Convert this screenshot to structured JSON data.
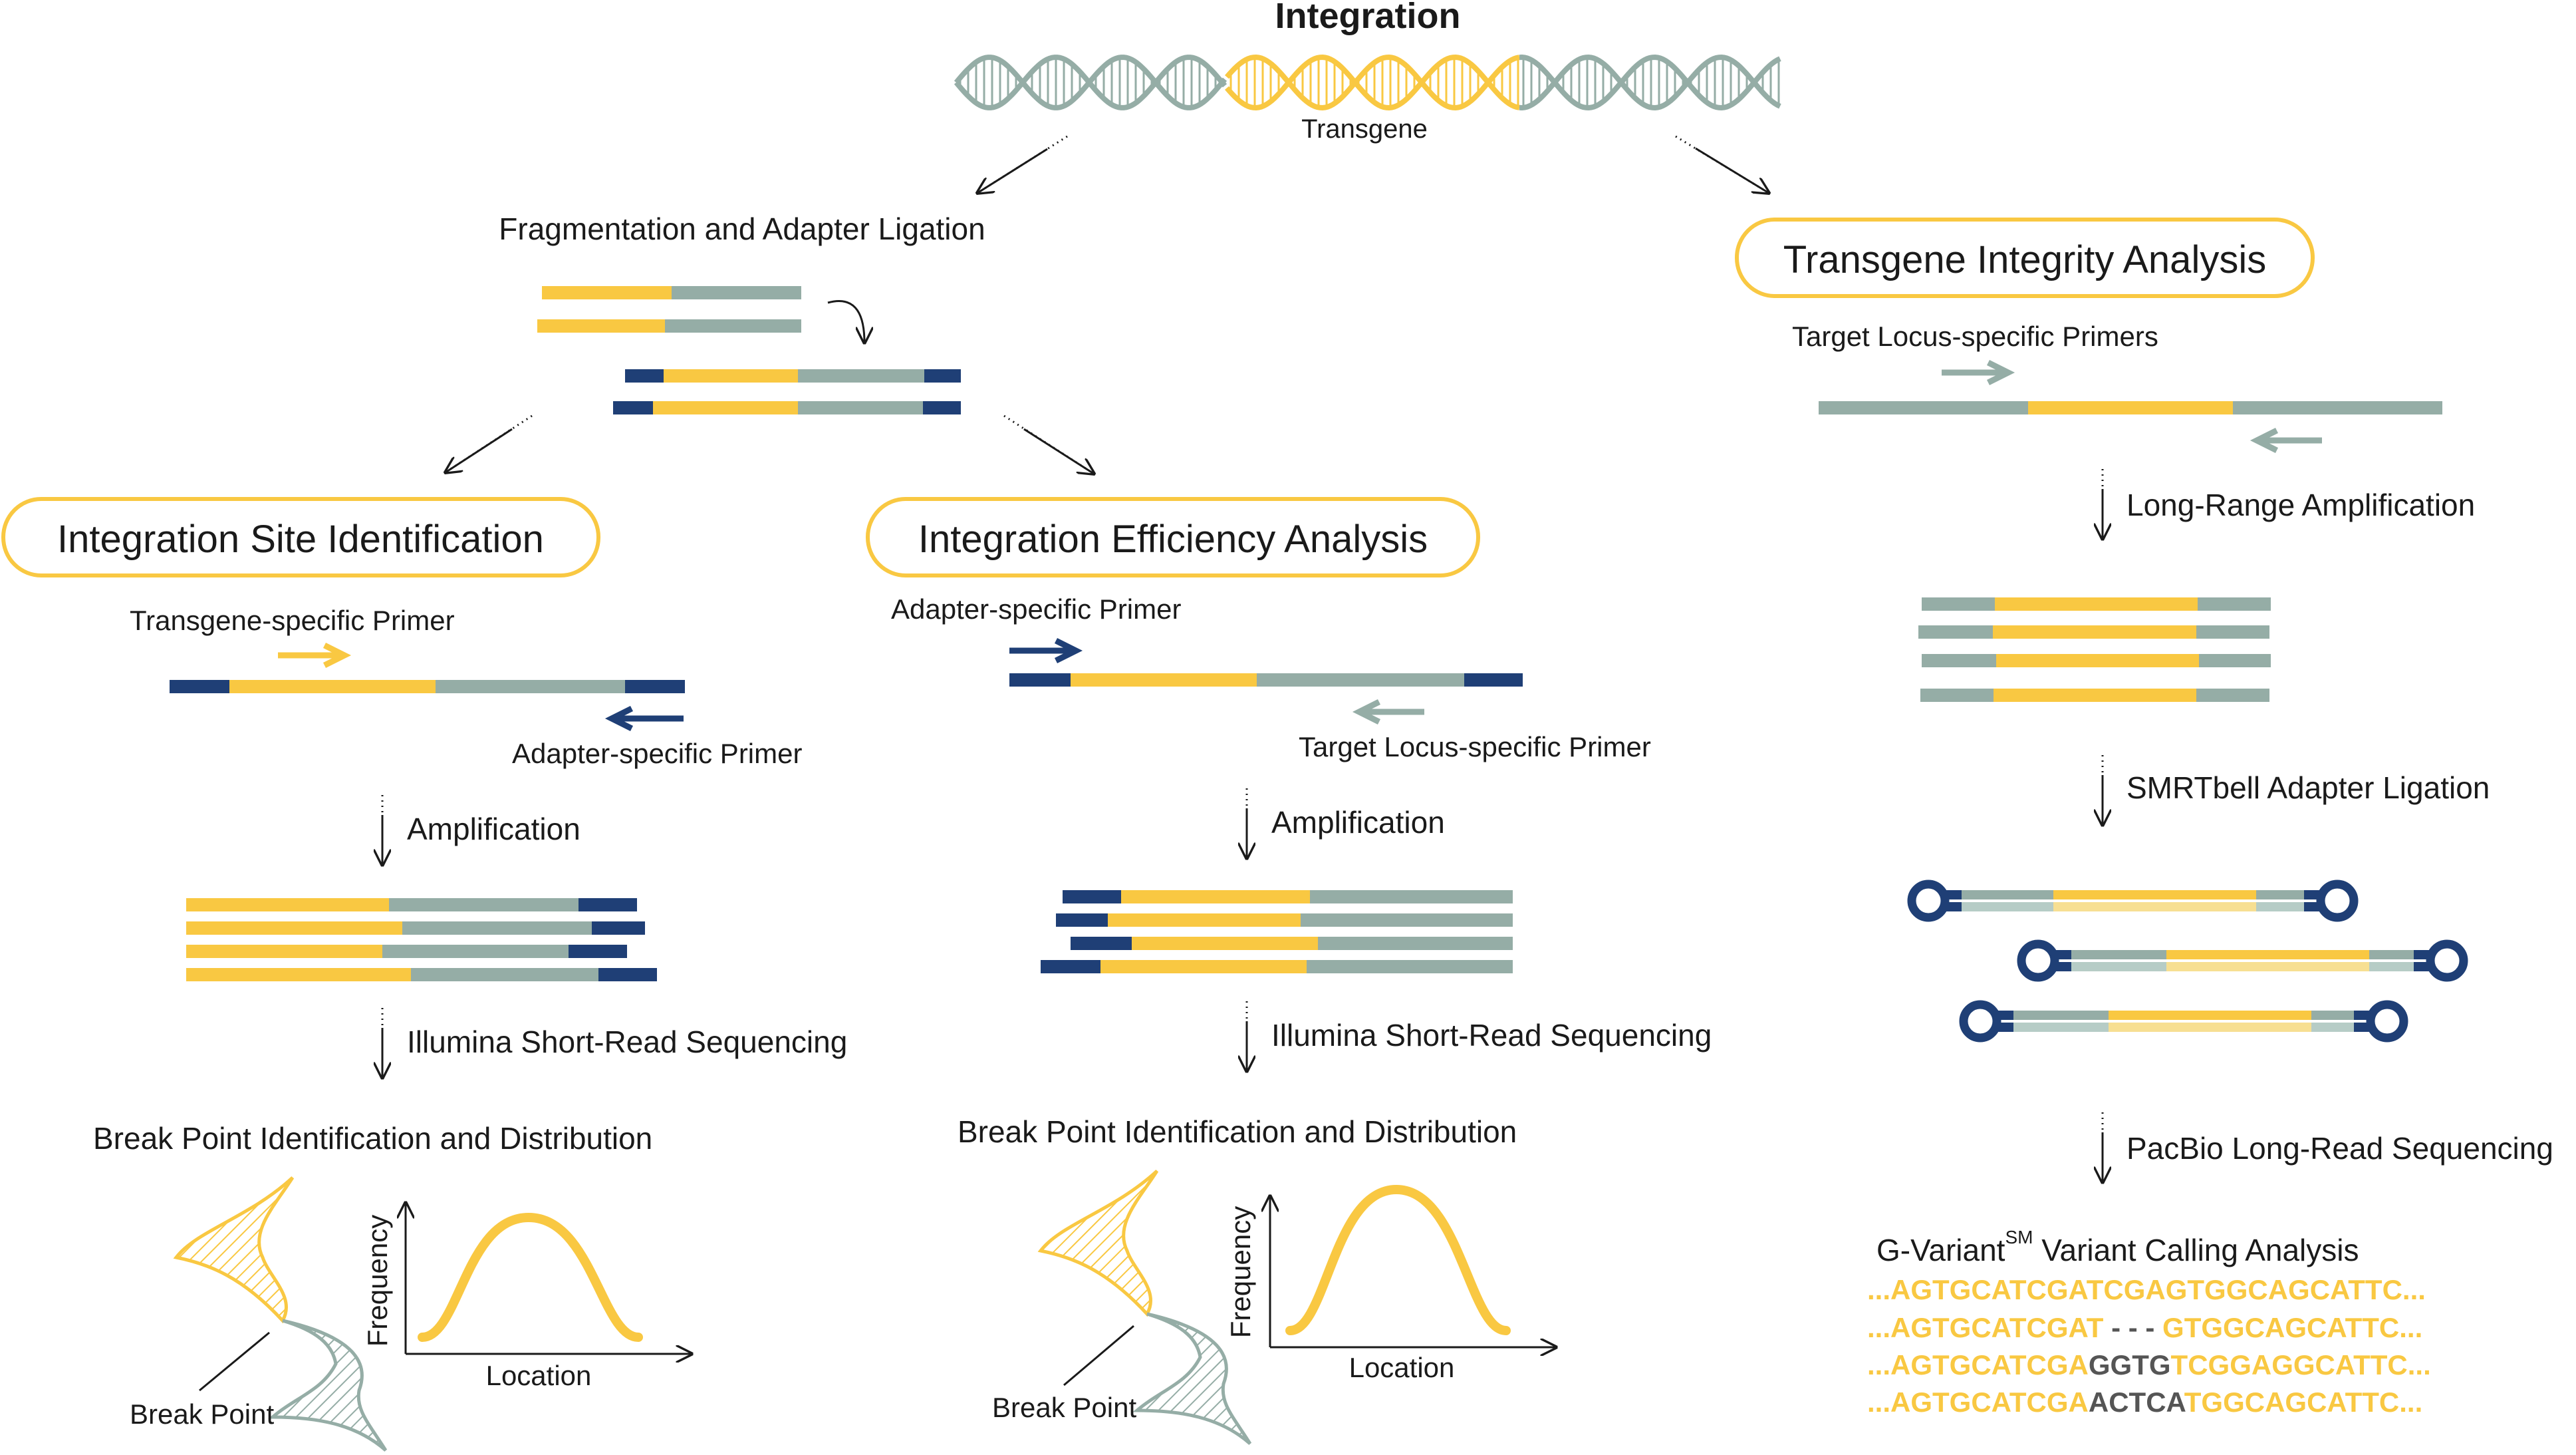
{
  "colors": {
    "yellow": "#F9C842",
    "light_yellow": "#F7DF92",
    "gray_green": "#95ADA6",
    "light_gray_green": "#B6CCC6",
    "navy": "#1F3F76",
    "dark_gray": "#555555",
    "text": "#1a1a1a"
  },
  "header": {
    "title": "Integration",
    "transgene_label": "Transgene"
  },
  "left_branch": {
    "step_label": "Fragmentation and Adapter Ligation"
  },
  "site_id": {
    "title": "Integration Site Identification",
    "primer_top": "Transgene-specific Primer",
    "primer_bottom": "Adapter-specific Primer",
    "step1": "Amplification",
    "step2": "Illumina Short-Read Sequencing",
    "result": "Break Point Identification and Distribution",
    "y_label": "Frequency",
    "x_label": "Location",
    "break_label": "Break Point"
  },
  "efficiency": {
    "title": "Integration Efficiency Analysis",
    "primer_top": "Adapter-specific Primer",
    "primer_bottom": "Target Locus-specific Primer",
    "step1": "Amplification",
    "step2": "Illumina Short-Read Sequencing",
    "result": "Break Point Identification and Distribution",
    "y_label": "Frequency",
    "x_label": "Location",
    "break_label": "Break Point"
  },
  "integrity": {
    "title": "Transgene Integrity Analysis",
    "primer_label": "Target Locus-specific Primers",
    "step1": "Long-Range Amplification",
    "step2": "SMRTbell Adapter Ligation",
    "step3": "PacBio Long-Read Sequencing",
    "analysis_prefix": "G-Variant",
    "analysis_sup": "SM",
    "analysis_suffix": " Variant Calling Analysis",
    "sequences": [
      {
        "part1": "...AGTGCATCGATCGAGTGGCAGCATTC...",
        "part2": "",
        "part3": ""
      },
      {
        "part1": "...AGTGCATCGAT",
        "part2": " - - - ",
        "part3": "GTGGCAGCATTC..."
      },
      {
        "part1": "...AGTGCATCGA",
        "part2": "GGTG",
        "part3": "TCGGAGGCATTC..."
      },
      {
        "part1": "...AGTGCATCGA",
        "part2": "ACTCA",
        "part3": "TGGCAGCATTC..."
      }
    ]
  }
}
